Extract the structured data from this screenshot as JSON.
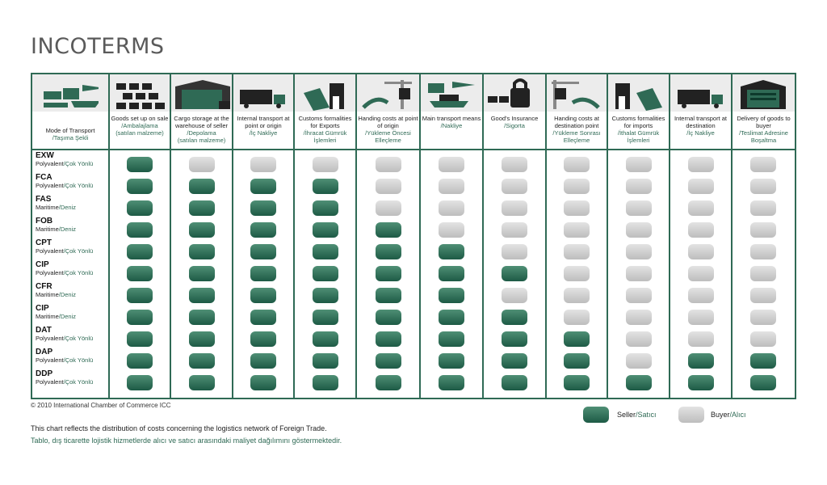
{
  "title": "INCOTERMS",
  "columns": [
    {
      "en": "Mode of Transport",
      "tr": "/Taşıma Şekli",
      "sub": "",
      "icon": "transport-modes-icon"
    },
    {
      "en": "Goods set up on sale",
      "tr": "/Ambalajlama",
      "sub": "(satılan malzeme)",
      "icon": "goods-boxes-icon"
    },
    {
      "en": "Cargo storage at the warehouse of seller",
      "tr": "/Depolama",
      "sub": "(satılan malzeme)",
      "icon": "warehouse-icon"
    },
    {
      "en": "Internal transport at point or origin",
      "tr": "/İç Nakliye",
      "sub": "",
      "icon": "truck-icon"
    },
    {
      "en": "Customs formalities for Exports",
      "tr": "/İhracat Gümrük",
      "sub": "İşlemleri",
      "icon": "customs-export-icon"
    },
    {
      "en": "Handing costs at point of origin",
      "tr": "/Yükleme Öncesi",
      "sub": "Elleçleme",
      "icon": "crane-origin-icon"
    },
    {
      "en": "Main transport means",
      "tr": "/Nakliye",
      "sub": "",
      "icon": "main-transport-icon"
    },
    {
      "en": "Good's Insurance",
      "tr": "/Sigorta",
      "sub": "",
      "icon": "lock-insurance-icon"
    },
    {
      "en": "Handing costs at destination point",
      "tr": "/Yükleme Sonrası",
      "sub": "Elleçleme",
      "icon": "crane-destination-icon"
    },
    {
      "en": "Customs formalities for imports",
      "tr": "/İthalat Gümrük",
      "sub": "İşlemleri",
      "icon": "customs-import-icon"
    },
    {
      "en": "Internal transport at destination",
      "tr": "/İç Nakliye",
      "sub": "",
      "icon": "truck-destination-icon"
    },
    {
      "en": "Delivery of goods to buyer",
      "tr": "/Teslimat Adresine",
      "sub": "Boşaltma",
      "icon": "delivery-warehouse-icon"
    }
  ],
  "rows": [
    {
      "code": "EXW",
      "mode": "Polyvalent",
      "mode_tr": "/Çok Yönlü",
      "cells": "SBBBBBBBBBB"
    },
    {
      "code": "FCA",
      "mode": "Polyvalent",
      "mode_tr": "/Çok Yönlü",
      "cells": "SSSSBBBBBBB"
    },
    {
      "code": "FAS",
      "mode": "Maritime",
      "mode_tr": "/Deniz",
      "cells": "SSSSBBBBBBB"
    },
    {
      "code": "FOB",
      "mode": "Maritime",
      "mode_tr": "/Deniz",
      "cells": "SSSSSBBBBBB"
    },
    {
      "code": "CPT",
      "mode": "Polyvalent",
      "mode_tr": "/Çok Yönlü",
      "cells": "SSSSSSBBBBB"
    },
    {
      "code": "CIP",
      "mode": "Polyvalent",
      "mode_tr": "/Çok Yönlü",
      "cells": "SSSSSSSBBBB"
    },
    {
      "code": "CFR",
      "mode": "Maritime",
      "mode_tr": "/Deniz",
      "cells": "SSSSSSBBBBB"
    },
    {
      "code": "CIP",
      "mode": "Maritime",
      "mode_tr": "/Deniz",
      "cells": "SSSSSSSBBBB"
    },
    {
      "code": "DAT",
      "mode": "Polyvalent",
      "mode_tr": "/Çok Yönlü",
      "cells": "SSSSSSSSBBB"
    },
    {
      "code": "DAP",
      "mode": "Polyvalent",
      "mode_tr": "/Çok Yönlü",
      "cells": "SSSSSSSSBSS"
    },
    {
      "code": "DDP",
      "mode": "Polyvalent",
      "mode_tr": "/Çok Yönlü",
      "cells": "SSSSSSSSSSS"
    }
  ],
  "copyright": "© 2010 International Chamber of Commerce ICC",
  "note_en": "This chart reflects the distribution of costs concerning the logistics network of Foreign Trade.",
  "note_tr": "Tablo, dış ticarette lojistik hizmetlerde alıcı ve satıcı arasındaki maliyet dağılımını göstermektedir.",
  "legend": {
    "seller": "Seller",
    "seller_tr": "/Satıcı",
    "buyer": "Buyer",
    "buyer_tr": "/Alıcı"
  },
  "colors": {
    "seller": "#2f6a55",
    "buyer": "#c8c8c8",
    "accent": "#2f6a55"
  }
}
